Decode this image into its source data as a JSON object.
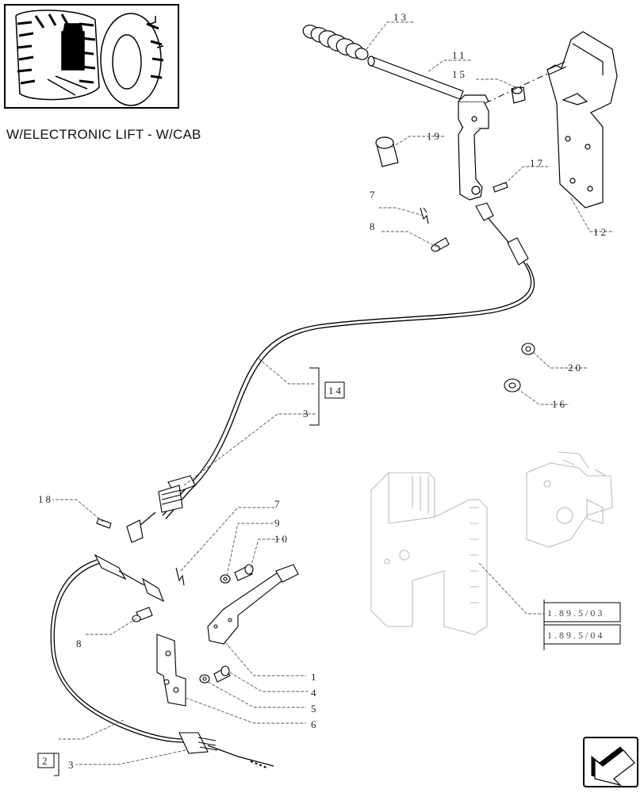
{
  "caption": "W/ELECTRONIC LIFT - W/CAB",
  "callouts": {
    "c13": "13",
    "c11": "11",
    "c15": "15",
    "c19": "19",
    "c17": "17",
    "c12": "12",
    "c7a": "7",
    "c8a": "8",
    "c20": "20",
    "c16": "16",
    "c14": "14",
    "c3a": "3",
    "c18": "18",
    "c7b": "7",
    "c9": "9",
    "c10": "10",
    "c8b": "8",
    "c1": "1",
    "c4": "4",
    "c5": "5",
    "c6": "6",
    "c2": "2",
    "c3b": "3"
  },
  "references": {
    "ref_a": "1.89.5/03",
    "ref_b": "1.89.5/04"
  },
  "icons": {
    "thumbnail": "tractor-thumbnail-icon",
    "nav": "next-page-arrow-icon"
  }
}
